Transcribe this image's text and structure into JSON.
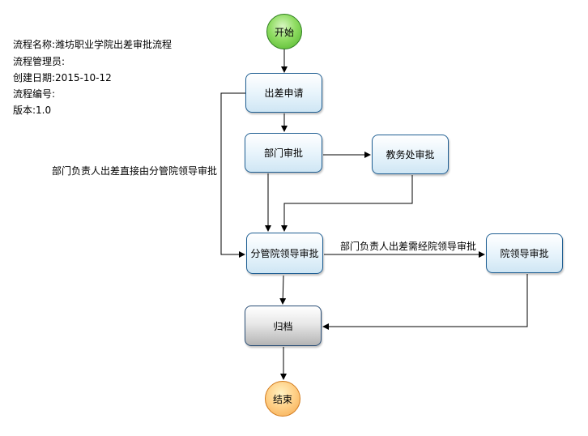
{
  "meta": {
    "name_label": "流程名称:",
    "name_value": "潍坊职业学院出差审批流程",
    "manager_label": "流程管理员:",
    "manager_value": "",
    "created_label": "创建日期:",
    "created_value": "2015-10-12",
    "code_label": "流程编号:",
    "code_value": "",
    "version_label": "版本:",
    "version_value": "1.0"
  },
  "nodes": {
    "start": "开始",
    "apply": "出差申请",
    "dept": "部门审批",
    "affairs": "教务处审批",
    "branch": "分管院领导审批",
    "president": "院领导审批",
    "archive": "归档",
    "end": "结束"
  },
  "edges": {
    "bypass_label": "部门负责人出差直接由分管院领导审批",
    "escalate_label": "部门负责人出差需经院领导审批"
  }
}
